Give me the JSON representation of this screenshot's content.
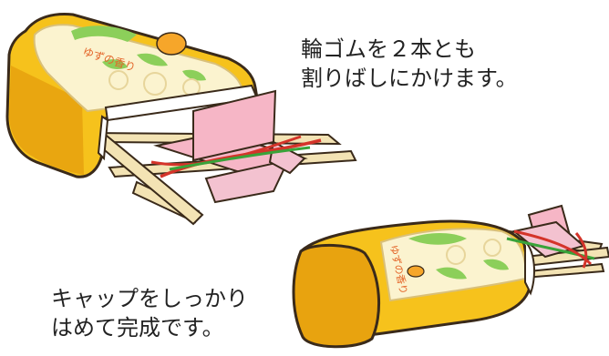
{
  "captions": {
    "top": [
      "輪ゴムを２本とも",
      "割りばしにかけます。"
    ],
    "bottom": [
      "キャップをしっかり",
      "はめて完成です。"
    ]
  },
  "package": {
    "label": "ゆずの香り"
  },
  "colors": {
    "package_yellow": "#f6c21c",
    "package_dark": "#e8a30f",
    "label_cream": "#fbf3cf",
    "leaf_green": "#8ccf5a",
    "pink_card": "#f6b6c6",
    "rubber_band": "#d4342a",
    "chopstick": "#f3e3b4",
    "outline": "#3a2a1a"
  }
}
